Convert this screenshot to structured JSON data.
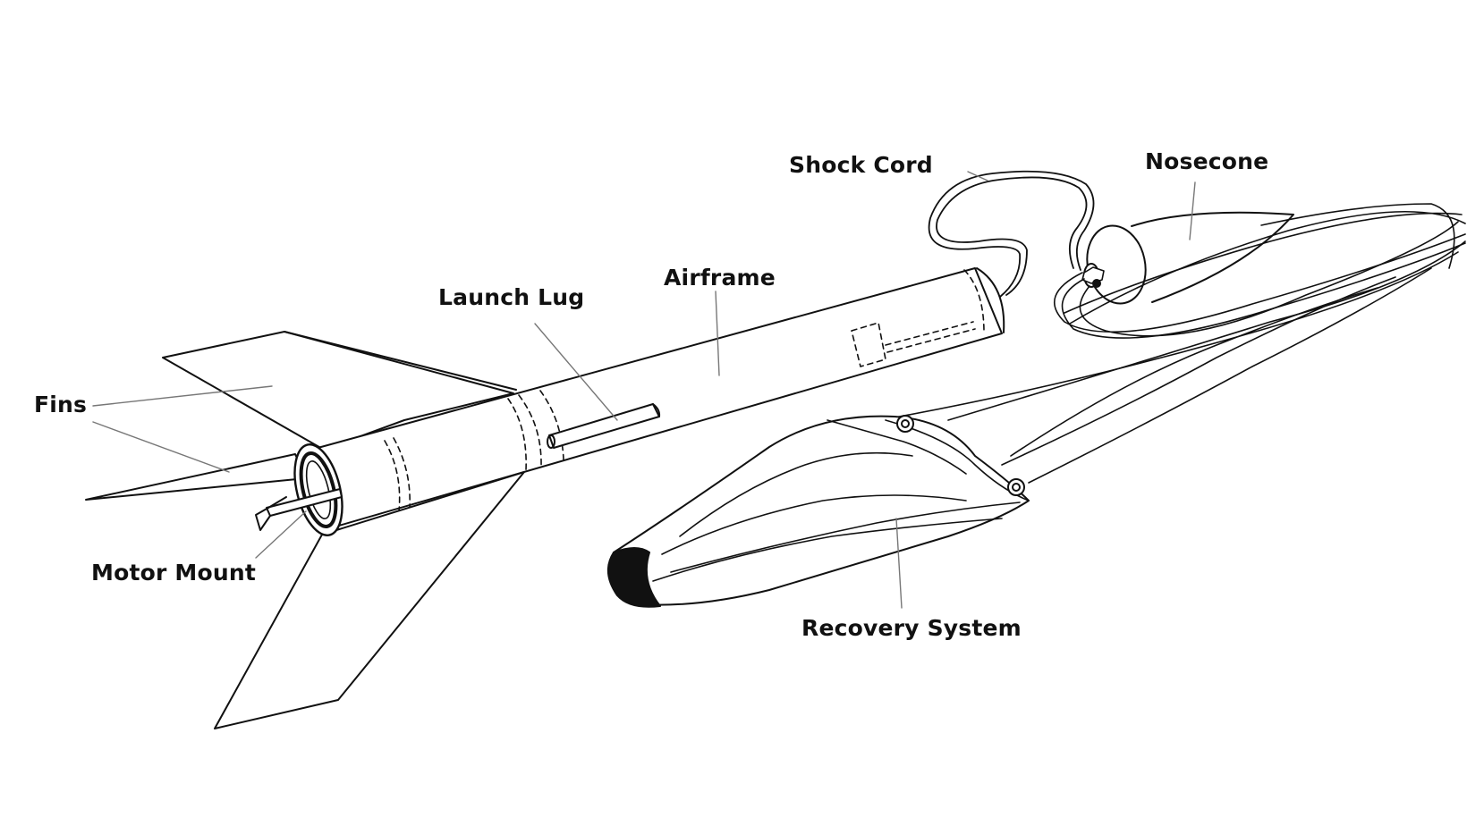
{
  "labels": {
    "shock_cord": "Shock Cord",
    "nosecone": "Nosecone",
    "airframe": "Airframe",
    "launch_lug": "Launch Lug",
    "fins": "Fins",
    "motor_mount": "Motor Mount",
    "recovery_system": "Recovery System"
  },
  "colors": {
    "ink": "#111111",
    "leader": "#777777",
    "background": "#ffffff"
  }
}
